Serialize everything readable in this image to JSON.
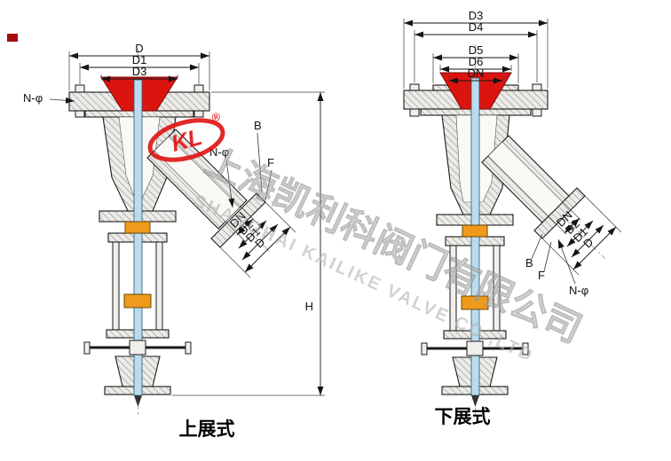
{
  "left_valve": {
    "caption": "上展式",
    "top_dims": [
      "D",
      "D1",
      "D3"
    ],
    "bolt_label": "N-φ",
    "flange_labels": {
      "b": "B",
      "f": "F",
      "n_phi": "N-φ"
    },
    "diag_dims": [
      "DN",
      "D2",
      "D1",
      "D"
    ],
    "height_label": "H"
  },
  "right_valve": {
    "caption": "下展式",
    "top_dims": [
      "D3",
      "D4",
      "D5",
      "D6",
      "DN"
    ],
    "diag_dims": [
      "DN",
      "D2",
      "D1",
      "D"
    ],
    "flange_labels": {
      "b": "B",
      "f": "F",
      "n_phi": "N-φ"
    }
  },
  "watermark": {
    "logo_text": "KL",
    "registered": "®",
    "cn": "上海凯利科阀门有限公司",
    "en": "SHANGHAI KAILIKE VALVE CO.,LTD"
  },
  "colors": {
    "disc_red": "#dc1410",
    "gland_orange": "#f09a1c",
    "stem_blue": "#bcdcee",
    "logo_red": "#e01212",
    "dimension_line": "#151515"
  }
}
